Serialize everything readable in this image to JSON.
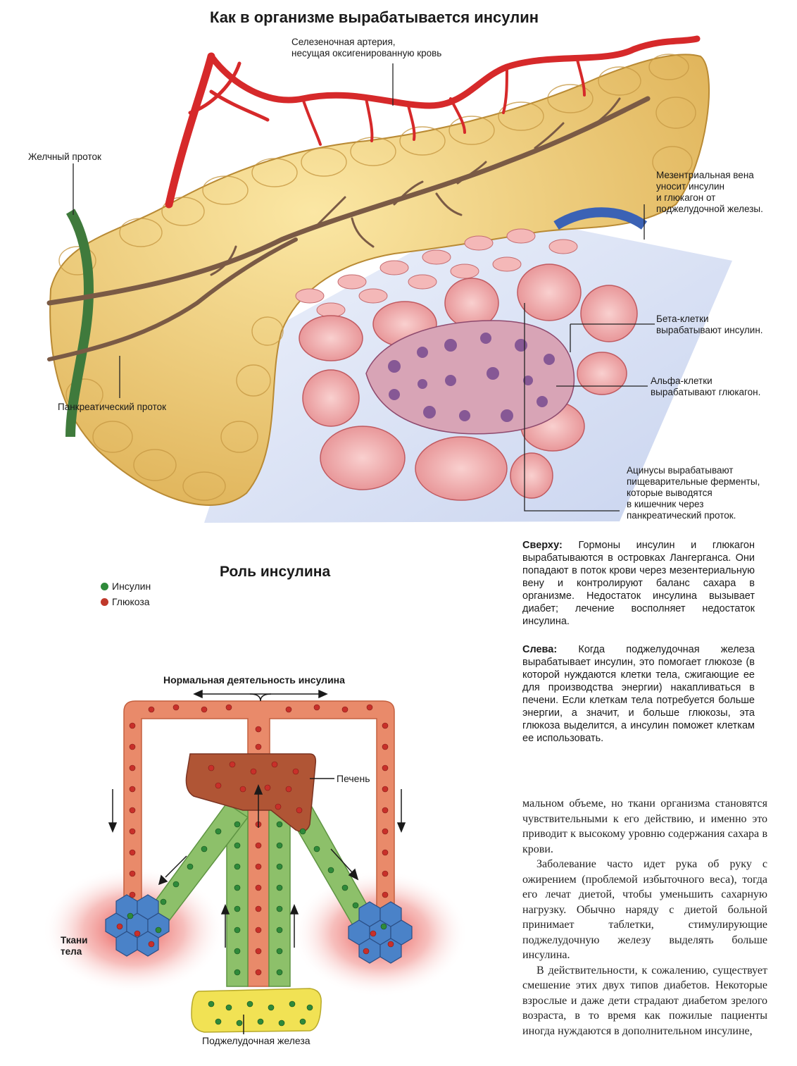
{
  "top": {
    "title": "Как в организме вырабатывается инсулин",
    "labels": {
      "splenic_artery": "Селезеночная артерия,\nнесущая оксигенированную кровь",
      "bile_duct": "Желчный проток",
      "mesenteric_vein": "Мезентриальная вена\nуносит инсулин\nи глюкагон от\nподжелудочной железы.",
      "beta_cells": "Бета-клетки\nвырабатывают инсулин.",
      "alpha_cells": "Альфа-клетки\nвырабатывают глюкагон.",
      "pancreatic_duct": "Панкреатический проток",
      "acini": "Ацинусы вырабатывают\nпищеварительные ферменты,\nкоторые выводятся\nв кишечник через\nпанкреатический проток."
    }
  },
  "bottom": {
    "title": "Роль инсулина",
    "legend": [
      {
        "label": "Инсулин",
        "color": "#2f8a3a"
      },
      {
        "label": "Глюкоза",
        "color": "#c0392b"
      }
    ],
    "diagram_title": "Нормальная деятельность инсулина",
    "liver": "Печень",
    "tissues": "Ткани\nтела",
    "pancreas": "Поджелудочная железа"
  },
  "captions": {
    "top_head": "Сверху:",
    "top_text": " Гормоны инсулин и глюкагон вырабатываются в островках Лангерганса. Они попадают в поток крови через мезентериальную вену и контролируют баланс сахара в организме. Недостаток инсулина вызывает диабет; лечение восполняет недостаток инсулина.",
    "left_head": "Слева:",
    "left_text": " Когда поджелудочная железа вырабатывает инсулин, это помогает глюкозе (в которой нуждаются клетки тела, сжигающие ее для производства энергии) накапливаться в печени. Если клеткам тела потребуется больше энергии, а значит, и больше глюкозы, эта глюкоза выделится, а инсулин поможет клеткам ее использовать."
  },
  "body_text": [
    "мальном объеме, но ткани организма становятся чувствительными к его действию, и именно это приводит к высокому уровню содержания сахара в крови.",
    "Заболевание часто идет рука об руку с ожирением (проблемой избыточного веса), тогда его лечат диетой, чтобы уменьшить сахарную нагрузку. Обычно наряду с диетой больной принимает таблетки, стимулирующие поджелудочную железу выделять больше инсулина.",
    "В действительности, к сожалению, существует смешение этих двух типов диабетов. Некоторые взрослые и даже дети страдают диабетом зрелого возраста, в то время как пожилые пациенты иногда нуждаются в дополнительном инсулине,"
  ]
}
